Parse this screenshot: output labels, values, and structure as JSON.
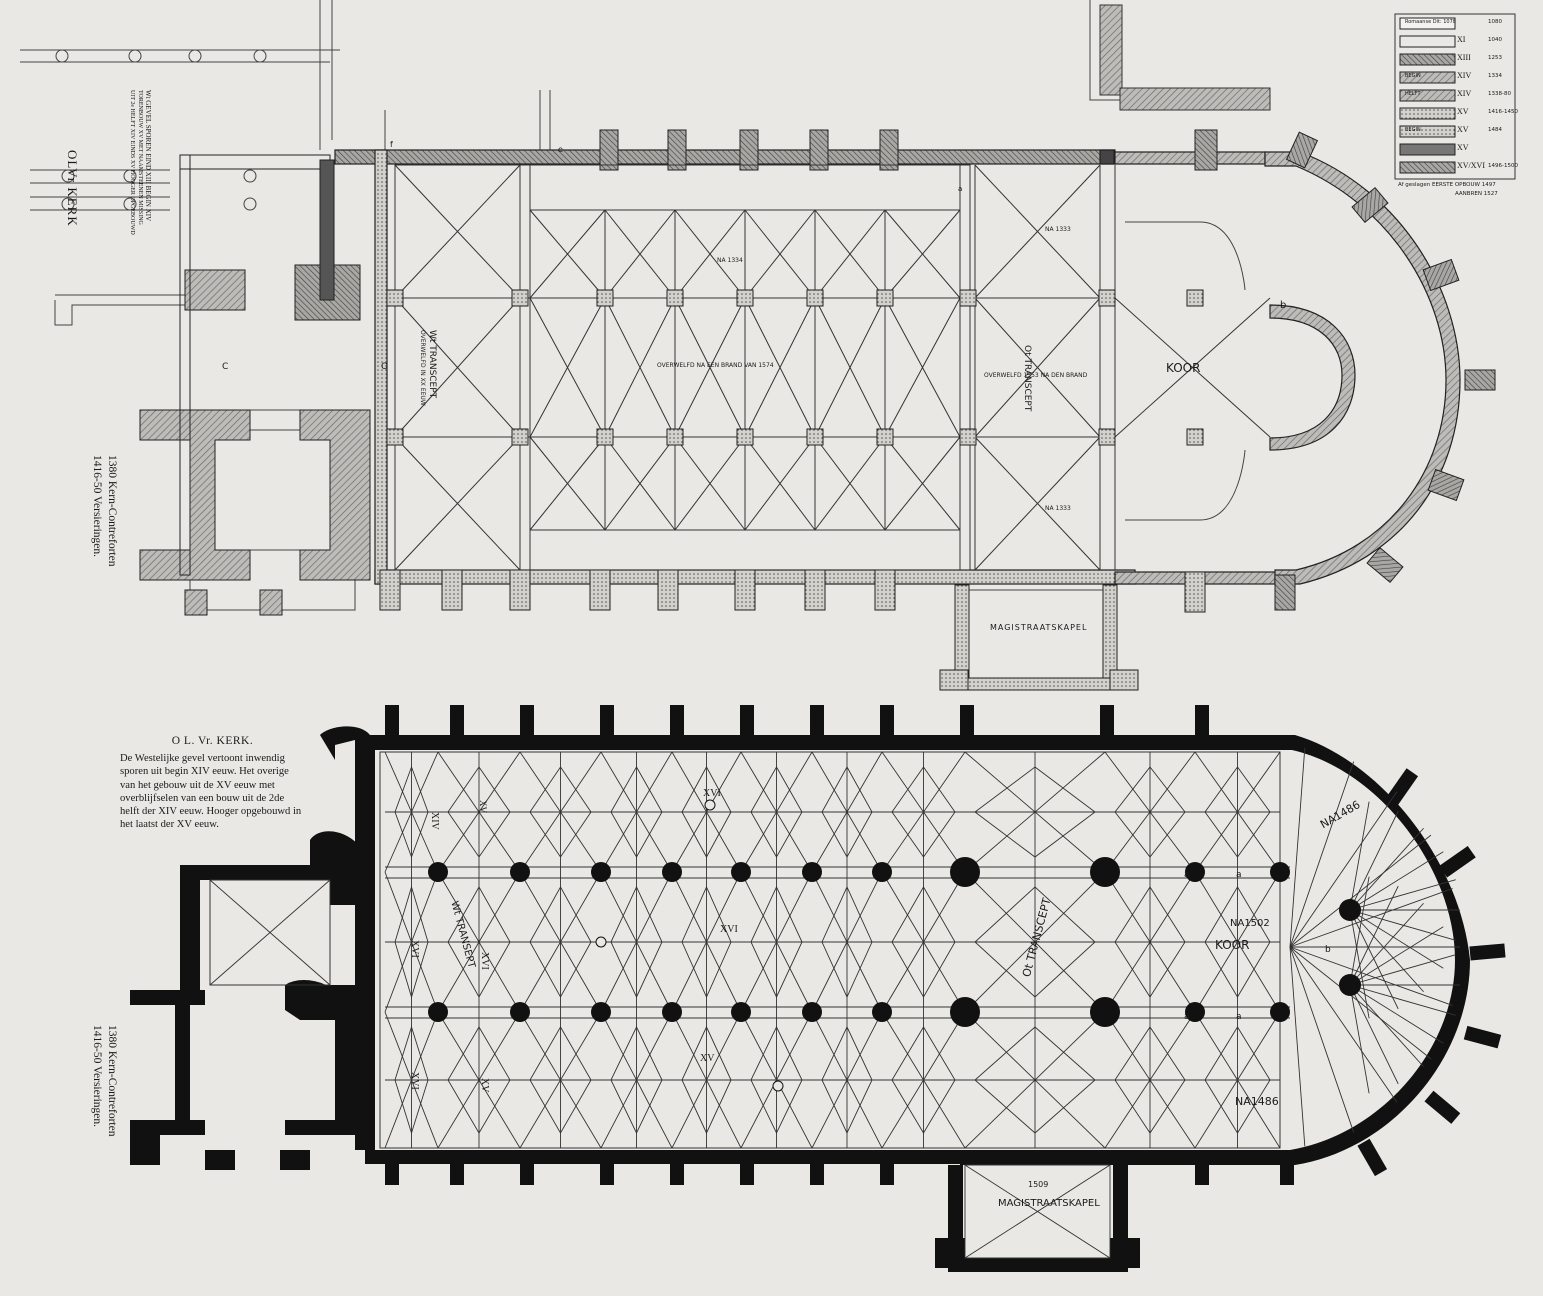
{
  "top_plan": {
    "side_title": "OLVr KERK",
    "side_note_1": "Wt GEVEL SPOREN EIND XIII BEGIN XIV",
    "side_note_2": "TORENBOUW XV MET NAAMSTEENEN MISSING",
    "side_note_3": "UIT 2e HELFT XIV EINDS XV HOOGER OPGEBOUWD",
    "date_note_1": "1380 Kern-Contreforten",
    "date_note_2": "1416-50 Versieringen.",
    "label_wt_transcept": "Wt TRANSCEPT",
    "label_wt_overwelfd": "OVERWELFD IN XX EEUW",
    "label_ov_nave": "OVERWELFD NA EEN BRAND VAN 1574",
    "label_ot_transcept": "Ot TRANSCEPT",
    "label_ot_overwelfd": "OVERWELFD 1553 NA DEN BRAND",
    "label_koor": "KOOR",
    "label_kapel": "MAGISTRAATSKAPEL",
    "label_c": "C",
    "label_o": "O",
    "label_b": "b",
    "label_f": "f",
    "label_e": "e",
    "label_a": "a",
    "na_1334": "NA 1334",
    "na_1333": "NA 1333"
  },
  "legend": {
    "rows": [
      {
        "roman": "",
        "note": "Romaanse Dit: 1078",
        "year": "1080"
      },
      {
        "roman": "XI",
        "note": "",
        "year": "1040"
      },
      {
        "roman": "XIII",
        "note": "",
        "year": "1253"
      },
      {
        "roman": "XIV",
        "note": "BEGIN",
        "year": "1334"
      },
      {
        "roman": "XIV",
        "note": "HELFT",
        "year": "1338-80"
      },
      {
        "roman": "XV",
        "note": "",
        "year": "1416-1450"
      },
      {
        "roman": "XV",
        "note": "BEGIN",
        "year": "1484"
      },
      {
        "roman": "XV",
        "note": "",
        "year": ""
      },
      {
        "roman": "XV/XVI",
        "note": "",
        "year": "1496-1500"
      }
    ],
    "footer_1": "Af geslagen  EERSTE OPBOUW 1497",
    "footer_2": "AANBREN  1527"
  },
  "bottom_plan": {
    "caption_title": "O L. Vr. KERK.",
    "caption_text": "De Westelijke gevel vertoont inwendig sporen uit begin XIV eeuw. Het overige van het gebouw uit de XV eeuw met overblijfselen van een bouw uit de 2de helft der XIV eeuw. Hooger opgebouwd in het laatst der XV eeuw.",
    "date_note_1": "1380 Kern-Contreforten",
    "date_note_2": "1416-50 Versieringen.",
    "label_wt_transcept": "Wt TRANSEPT",
    "label_ot_transcept": "Ot TRANSCEPT",
    "label_koor": "KOOR",
    "label_kapel": "MAGISTRAATSKAPEL",
    "na_1486_top": "NA1486",
    "na_1502": "NA1502",
    "na_1486_bottom": "NA1486",
    "year_kapel": "1509",
    "r_xvi_1": "XVI",
    "r_xvi_2": "XVI",
    "r_xv_1": "XV",
    "r_xiv": "XIV",
    "r_xv_2": "XV",
    "r_xvi_3": "XVI",
    "r_xvi_4": "XVI",
    "r_xv_3": "XV",
    "r_xvi_5": "XVI",
    "label_a": "a",
    "label_b": "b"
  }
}
